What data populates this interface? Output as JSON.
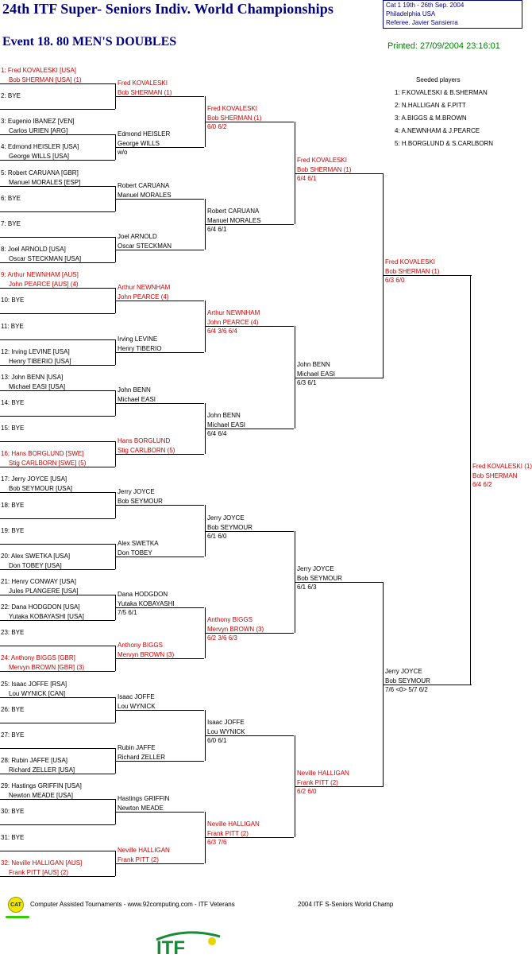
{
  "header": {
    "title": "24th ITF Super- Seniors Indiv. World Championships",
    "event": "Event 18. 80 MEN'S DOUBLES",
    "info_line1": "Cat 1    19th - 26th Sep. 2004",
    "info_line2": "Philadelphia    USA",
    "info_line3": "Referee.   Javier Sansierra",
    "printed": "Printed: 27/09/2004 23:16:01"
  },
  "draw": {
    "r1": [
      {
        "l1": "1: Fred KOVALESKI [USA]",
        "l2": "Bob SHERMAN [USA] (1)",
        "red": true
      },
      {
        "l1": "2: BYE",
        "l2": "",
        "red": false
      },
      {
        "l1": "3: Eugenio IBANEZ [VEN]",
        "l2": "Carlos URIEN [ARG]",
        "red": false
      },
      {
        "l1": "4: Edmond HEISLER [USA]",
        "l2": "George WILLS [USA]",
        "red": false
      },
      {
        "l1": "5: Robert CARUANA [GBR]",
        "l2": "Manuel MORALES [ESP]",
        "red": false
      },
      {
        "l1": "6: BYE",
        "l2": "",
        "red": false
      },
      {
        "l1": "7: BYE",
        "l2": "",
        "red": false
      },
      {
        "l1": "8: Joel ARNOLD [USA]",
        "l2": "Oscar STECKMAN [USA]",
        "red": false
      },
      {
        "l1": "9: Arthur NEWNHAM [AUS]",
        "l2": "John PEARCE [AUS] (4)",
        "red": true
      },
      {
        "l1": "10: BYE",
        "l2": "",
        "red": false
      },
      {
        "l1": "11: BYE",
        "l2": "",
        "red": false
      },
      {
        "l1": "12: Irving LEVINE [USA]",
        "l2": "Henry TIBERIO [USA]",
        "red": false
      },
      {
        "l1": "13: John BENN [USA]",
        "l2": "Michael EASI [USA]",
        "red": false
      },
      {
        "l1": "14: BYE",
        "l2": "",
        "red": false
      },
      {
        "l1": "15: BYE",
        "l2": "",
        "red": false
      },
      {
        "l1": "16: Hans BORGLUND [SWE]",
        "l2": "Stig CARLBORN [SWE] (5)",
        "red": true
      },
      {
        "l1": "17: Jerry JOYCE [USA]",
        "l2": "Bob SEYMOUR [USA]",
        "red": false
      },
      {
        "l1": "18: BYE",
        "l2": "",
        "red": false
      },
      {
        "l1": "19: BYE",
        "l2": "",
        "red": false
      },
      {
        "l1": "20: Alex SWETKA [USA]",
        "l2": "Don TOBEY [USA]",
        "red": false
      },
      {
        "l1": "21: Henry CONWAY [USA]",
        "l2": "Jules PLANGERE [USA]",
        "red": false
      },
      {
        "l1": "22: Dana HODGDON [USA]",
        "l2": "Yutaka KOBAYASHI [USA]",
        "red": false
      },
      {
        "l1": "23: BYE",
        "l2": "",
        "red": false
      },
      {
        "l1": "24: Anthony BIGGS [GBR]",
        "l2": "Mervyn BROWN [GBR] (3)",
        "red": true
      },
      {
        "l1": "25: Isaac JOFFE [RSA]",
        "l2": "Lou WYNICK [CAN]",
        "red": false
      },
      {
        "l1": "26: BYE",
        "l2": "",
        "red": false
      },
      {
        "l1": "27: BYE",
        "l2": "",
        "red": false
      },
      {
        "l1": "28: Rubin JAFFE [USA]",
        "l2": "Richard ZELLER [USA]",
        "red": false
      },
      {
        "l1": "29: Hastings GRIFFIN [USA]",
        "l2": "Newton MEADE [USA]",
        "red": false
      },
      {
        "l1": "30: BYE",
        "l2": "",
        "red": false
      },
      {
        "l1": "31: BYE",
        "l2": "",
        "red": false
      },
      {
        "l1": "32: Neville HALLIGAN [AUS]",
        "l2": "Frank PITT [AUS] (2)",
        "red": true
      }
    ],
    "r2": [
      {
        "l1": "Fred KOVALESKI",
        "l2": "Bob SHERMAN (1)",
        "score": "",
        "red": true
      },
      {
        "l1": "Edmond HEISLER",
        "l2": "George WILLS",
        "score": "w/o",
        "red": false
      },
      {
        "l1": "Robert CARUANA",
        "l2": "Manuel MORALES",
        "score": "",
        "red": false
      },
      {
        "l1": "Joel ARNOLD",
        "l2": "Oscar STECKMAN",
        "score": "",
        "red": false
      },
      {
        "l1": "Arthur NEWNHAM",
        "l2": "John PEARCE (4)",
        "score": "",
        "red": true
      },
      {
        "l1": "Irving LEVINE",
        "l2": "Henry TIBERIO",
        "score": "",
        "red": false
      },
      {
        "l1": "John BENN",
        "l2": "Michael EASI",
        "score": "",
        "red": false
      },
      {
        "l1": "Hans BORGLUND",
        "l2": "Stig CARLBORN (5)",
        "score": "",
        "red": true
      },
      {
        "l1": "Jerry JOYCE",
        "l2": "Bob SEYMOUR",
        "score": "",
        "red": false
      },
      {
        "l1": "Alex SWETKA",
        "l2": "Don TOBEY",
        "score": "",
        "red": false
      },
      {
        "l1": "Dana HODGDON",
        "l2": "Yutaka KOBAYASHI",
        "score": "7/5 6/1",
        "red": false
      },
      {
        "l1": "Anthony BIGGS",
        "l2": "Mervyn BROWN (3)",
        "score": "",
        "red": true
      },
      {
        "l1": "Isaac JOFFE",
        "l2": "Lou WYNICK",
        "score": "",
        "red": false
      },
      {
        "l1": "Rubin JAFFE",
        "l2": "Richard ZELLER",
        "score": "",
        "red": false
      },
      {
        "l1": "Hastings GRIFFIN",
        "l2": "Newton MEADE",
        "score": "",
        "red": false
      },
      {
        "l1": "Neville HALLIGAN",
        "l2": "Frank PITT (2)",
        "score": "",
        "red": true
      }
    ],
    "r3": [
      {
        "l1": "Fred KOVALESKI",
        "l2": "Bob SHERMAN (1)",
        "score": "6/0 6/2",
        "red": true
      },
      {
        "l1": "Robert CARUANA",
        "l2": "Manuel MORALES",
        "score": "6/4 6/1",
        "red": false
      },
      {
        "l1": "Arthur NEWNHAM",
        "l2": "John PEARCE (4)",
        "score": "6/4 3/6 6/4",
        "red": true
      },
      {
        "l1": "John BENN",
        "l2": "Michael EASI",
        "score": "6/4 6/4",
        "red": false
      },
      {
        "l1": "Jerry JOYCE",
        "l2": "Bob SEYMOUR",
        "score": "6/1 6/0",
        "red": false
      },
      {
        "l1": "Anthony BIGGS",
        "l2": "Mervyn BROWN (3)",
        "score": "6/2 3/6 6/3",
        "red": true
      },
      {
        "l1": "Isaac JOFFE",
        "l2": "Lou WYNICK",
        "score": "6/0 6/1",
        "red": false
      },
      {
        "l1": "Neville HALLIGAN",
        "l2": "Frank PITT (2)",
        "score": "6/3 7/6",
        "red": true
      }
    ],
    "r4": [
      {
        "l1": "Fred KOVALESKI",
        "l2": "Bob SHERMAN (1)",
        "score": "6/4 6/1",
        "red": true
      },
      {
        "l1": "John BENN",
        "l2": "Michael EASI",
        "score": "6/3 6/1",
        "red": false
      },
      {
        "l1": "Jerry JOYCE",
        "l2": "Bob SEYMOUR",
        "score": "6/1 6/3",
        "red": false
      },
      {
        "l1": "Neville HALLIGAN",
        "l2": "Frank PITT (2)",
        "score": "6/2 6/0",
        "red": true
      }
    ],
    "r5": [
      {
        "l1": "Fred KOVALESKI",
        "l2": "Bob SHERMAN (1)",
        "score": "6/3 6/0",
        "red": true
      },
      {
        "l1": "Jerry JOYCE",
        "l2": "Bob SEYMOUR",
        "score": "7/6 <0> 5/7 6/2",
        "red": false
      }
    ],
    "r6": [
      {
        "l1": "Fred KOVALESKI (1)",
        "l2": "Bob SHERMAN",
        "score": "6/4 6/2",
        "red": true
      }
    ]
  },
  "seeds": {
    "title": "Seeded players",
    "items": [
      "1: F.KOVALESKI & B.SHERMAN",
      "2: N.HALLIGAN & F.PITT",
      "3: A.BIGGS & M.BROWN",
      "4: A.NEWNHAM & J.PEARCE",
      "5: H.BORGLUND & S.CARLBORN"
    ]
  },
  "footer": {
    "cat_logo_text": "CAT",
    "left": "Computer Assisted Tournaments - www.92computing.com -  ITF Veterans",
    "right": "2004 ITF S-Seniors World Champ",
    "itf_logo_text": "ITF"
  },
  "colors": {
    "title": "#000080",
    "winner": "#cc0000",
    "printed": "#008000"
  }
}
